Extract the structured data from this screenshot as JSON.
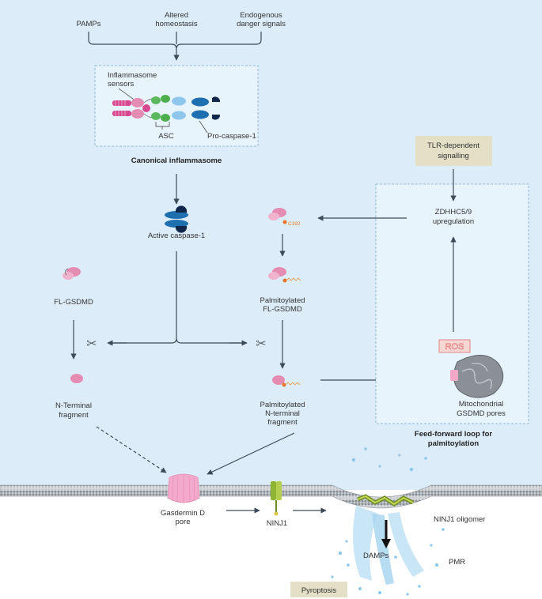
{
  "inputs": {
    "pamps": "PAMPs",
    "altered_1": "Altered",
    "altered_2": "homeostasis",
    "endogenous_1": "Endogenous",
    "endogenous_2": "danger signals"
  },
  "inflammasome": {
    "sensors_1": "Inflammasome",
    "sensors_2": "sensors",
    "asc": "ASC",
    "pro_caspase": "Pro-caspase-1",
    "title": "Canonical inflammasome"
  },
  "active_caspase": "Active caspase-1",
  "fl_gsdmd": "FL-GSDMD",
  "nterm": {
    "line1": "N-Terminal",
    "line2": "fragment"
  },
  "c192": "C192",
  "palm_fl": {
    "line1": "Palmitoylated",
    "line2": "FL-GSDMD"
  },
  "palm_nterm": {
    "line1": "Palmitoylated",
    "line2": "N-terminal",
    "line3": "fragment"
  },
  "tlr": {
    "line1": "TLR-dependent",
    "line2": "signalling"
  },
  "zdhhc": {
    "line1": "ZDHHC5/9",
    "line2": "upregulation"
  },
  "ros": "ROS",
  "mito": {
    "line1": "Mitochondrial",
    "line2": "GSDMD pores"
  },
  "loop": {
    "line1": "Feed-forward loop for",
    "line2": "palmitoylation"
  },
  "gasdermin": {
    "line1": "Gasdermin D",
    "line2": "pore"
  },
  "ninj1": "NINJ1",
  "ninj1_oligomer": "NINJ1 oligomer",
  "damps": "DAMPs",
  "pmr": "PMR",
  "pyroptosis": "Pyroptosis",
  "colors": {
    "background": "#dcedf9",
    "gsdmd_pink": "#e58cb3",
    "caspase_blue": "#1e6fb0",
    "asc_green": "#5cb85c",
    "palmitoyl_orange": "#e8762c",
    "ros_red": "#e06d6d",
    "label_box": "#e4e0c8",
    "ninj1_green": "#8fb534"
  }
}
